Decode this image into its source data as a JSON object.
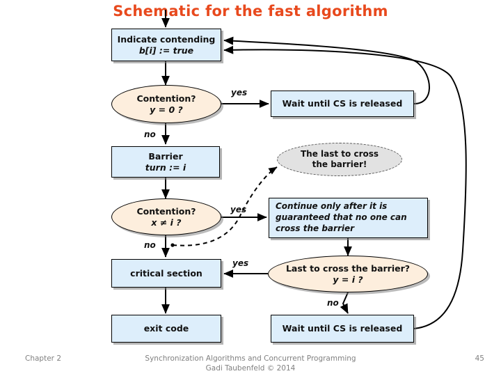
{
  "slide": {
    "title": "Schematic for the fast algorithm",
    "accent_color": "#e8491d",
    "box_fill": "#ddeefb",
    "ellipse_fill": "#fdeedd",
    "callout_fill": "#e2e2e2"
  },
  "nodes": {
    "indicate": {
      "line1": "Indicate contending",
      "line2": "b[i] := true"
    },
    "contention1": {
      "line1": "Contention?",
      "line2": "y = 0 ?"
    },
    "wait_cs_top": {
      "label": "Wait until CS is released"
    },
    "barrier": {
      "line1": "Barrier",
      "line2": "turn := i"
    },
    "callout": {
      "line1": "The last to cross",
      "line2": "the barrier!"
    },
    "contention2": {
      "line1": "Contention?",
      "line2": "x ≠ i ?"
    },
    "continue_note": {
      "line1": "Continue only after it is",
      "line2": "guaranteed  that no one can",
      "line3": "cross the barrier"
    },
    "critical_section": {
      "label": "critical section"
    },
    "last_to_cross": {
      "line1": "Last to cross the barrier?",
      "line2": "y = i ?"
    },
    "exit_code": {
      "label": "exit code"
    },
    "wait_cs_bottom": {
      "label": "Wait until CS is released"
    }
  },
  "edge_labels": {
    "yes1": "yes",
    "no1": "no",
    "yes2": "yes",
    "no2": "no",
    "yes3": "yes",
    "no3": "no"
  },
  "footer": {
    "chapter": "Chapter 2",
    "credit_line1": "Synchronization Algorithms and Concurrent Programming",
    "credit_line2": "Gadi Taubenfeld © 2014",
    "page": "45"
  }
}
